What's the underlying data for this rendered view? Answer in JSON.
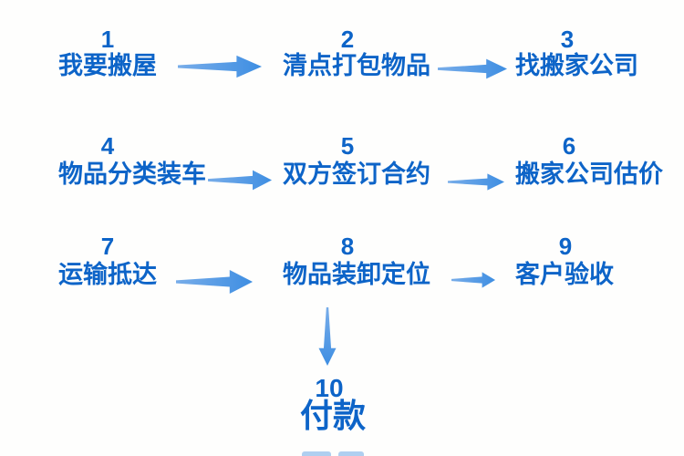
{
  "flowchart": {
    "steps": [
      {
        "number": "1",
        "label": "我要搬屋"
      },
      {
        "number": "2",
        "label": "清点打包物品"
      },
      {
        "number": "3",
        "label": "找搬家公司"
      },
      {
        "number": "4",
        "label": "物品分类装车"
      },
      {
        "number": "5",
        "label": "双方签订合约"
      },
      {
        "number": "6",
        "label": "搬家公司估价"
      },
      {
        "number": "7",
        "label": "运输抵达"
      },
      {
        "number": "8",
        "label": "物品装卸定位"
      },
      {
        "number": "9",
        "label": "客户验收"
      },
      {
        "number": "10",
        "label": "付款"
      }
    ],
    "connections": [
      {
        "from": "1",
        "to": "2",
        "direction": "right"
      },
      {
        "from": "2",
        "to": "3",
        "direction": "right"
      },
      {
        "from": "4",
        "to": "5",
        "direction": "right"
      },
      {
        "from": "5",
        "to": "6",
        "direction": "right"
      },
      {
        "from": "7",
        "to": "8",
        "direction": "right"
      },
      {
        "from": "8",
        "to": "9",
        "direction": "right"
      },
      {
        "from": "8",
        "to": "10",
        "direction": "down"
      }
    ],
    "colors": {
      "text_blue": "#0d64c8",
      "arrow_blue_light": "#78ade9",
      "arrow_blue_dark": "#3e8ee2"
    }
  }
}
